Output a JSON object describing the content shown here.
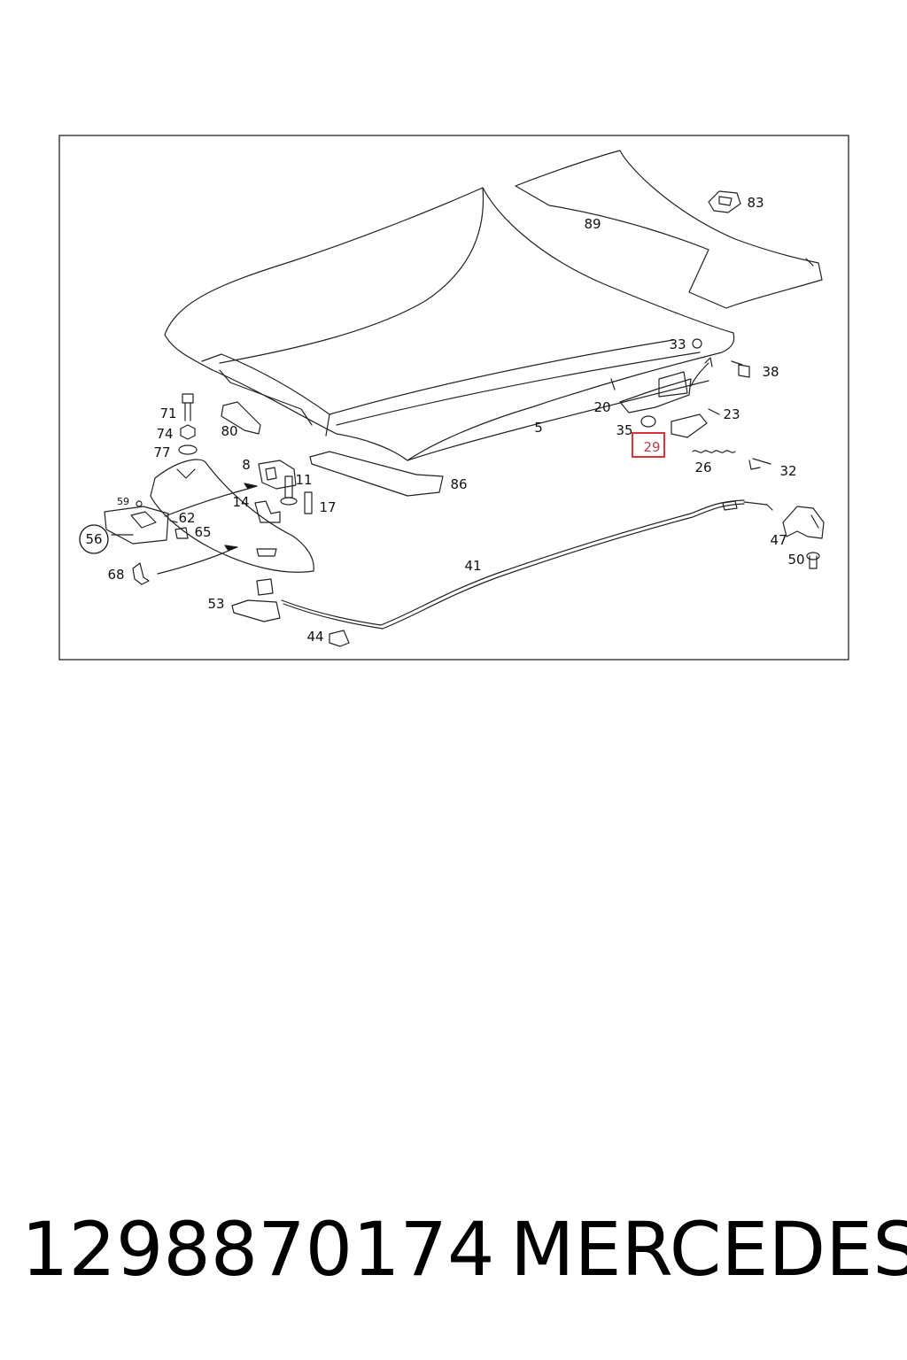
{
  "diagram": {
    "callouts": [
      "5",
      "8",
      "11",
      "14",
      "17",
      "20",
      "23",
      "26",
      "29",
      "32",
      "33",
      "35",
      "38",
      "41",
      "44",
      "47",
      "50",
      "53",
      "56",
      "59",
      "62",
      "65",
      "68",
      "71",
      "74",
      "77",
      "80",
      "83",
      "86",
      "89"
    ],
    "highlighted_callout": "29",
    "highlight_color": "#e0303a"
  },
  "footer": {
    "part_number": "1298870174",
    "brand": "MERCEDES"
  }
}
